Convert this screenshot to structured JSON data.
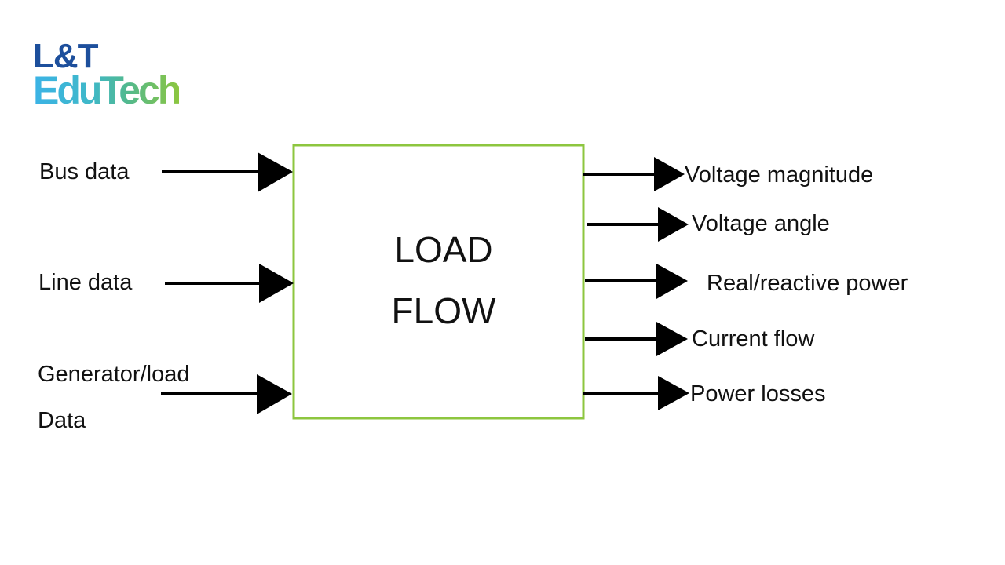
{
  "logo": {
    "line1": "L&T",
    "line2": "EduTech"
  },
  "diagram": {
    "block": {
      "line1": "LOAD",
      "line2": "FLOW",
      "border_color": "#8dc63f"
    },
    "inputs": [
      {
        "label": "Bus data"
      },
      {
        "label": "Line data"
      },
      {
        "label_line1": "Generator/load",
        "label_line2": "Data"
      }
    ],
    "outputs": [
      {
        "label": "Voltage magnitude"
      },
      {
        "label": "Voltage angle"
      },
      {
        "label": "Real/reactive power"
      },
      {
        "label": "Current flow"
      },
      {
        "label": "Power losses"
      }
    ]
  }
}
